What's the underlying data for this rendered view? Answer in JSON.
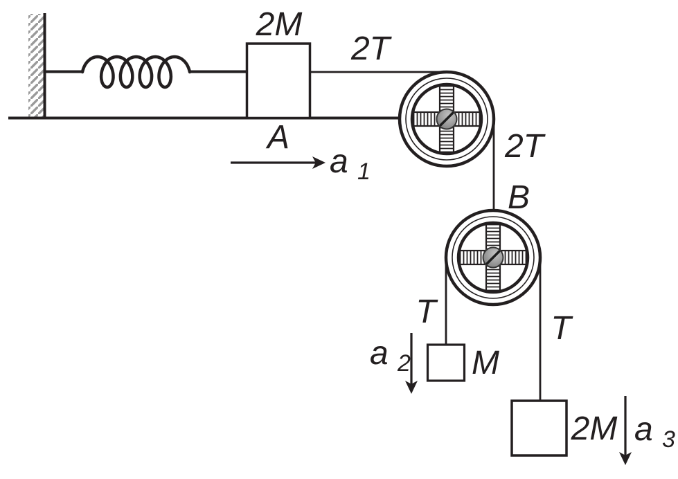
{
  "colors": {
    "ink": "#231f20",
    "wall_hatch": "#9a9a9a",
    "hub_fill": "#8f8f8f",
    "background": "#ffffff"
  },
  "labels": {
    "block_on_table": {
      "mass": "2M",
      "name": "A"
    },
    "string_horizontal_tension": "2T",
    "string_vertical_tension": "2T",
    "lower_pulley_name": "B",
    "left_hanging": {
      "tension": "T",
      "mass": "M"
    },
    "right_hanging": {
      "tension": "T",
      "mass": "2M"
    },
    "acceleration_block_a": {
      "base": "a",
      "sub": "1"
    },
    "acceleration_block_m": {
      "base": "a",
      "sub": "2"
    },
    "acceleration_block_2m": {
      "base": "a",
      "sub": "3"
    }
  }
}
